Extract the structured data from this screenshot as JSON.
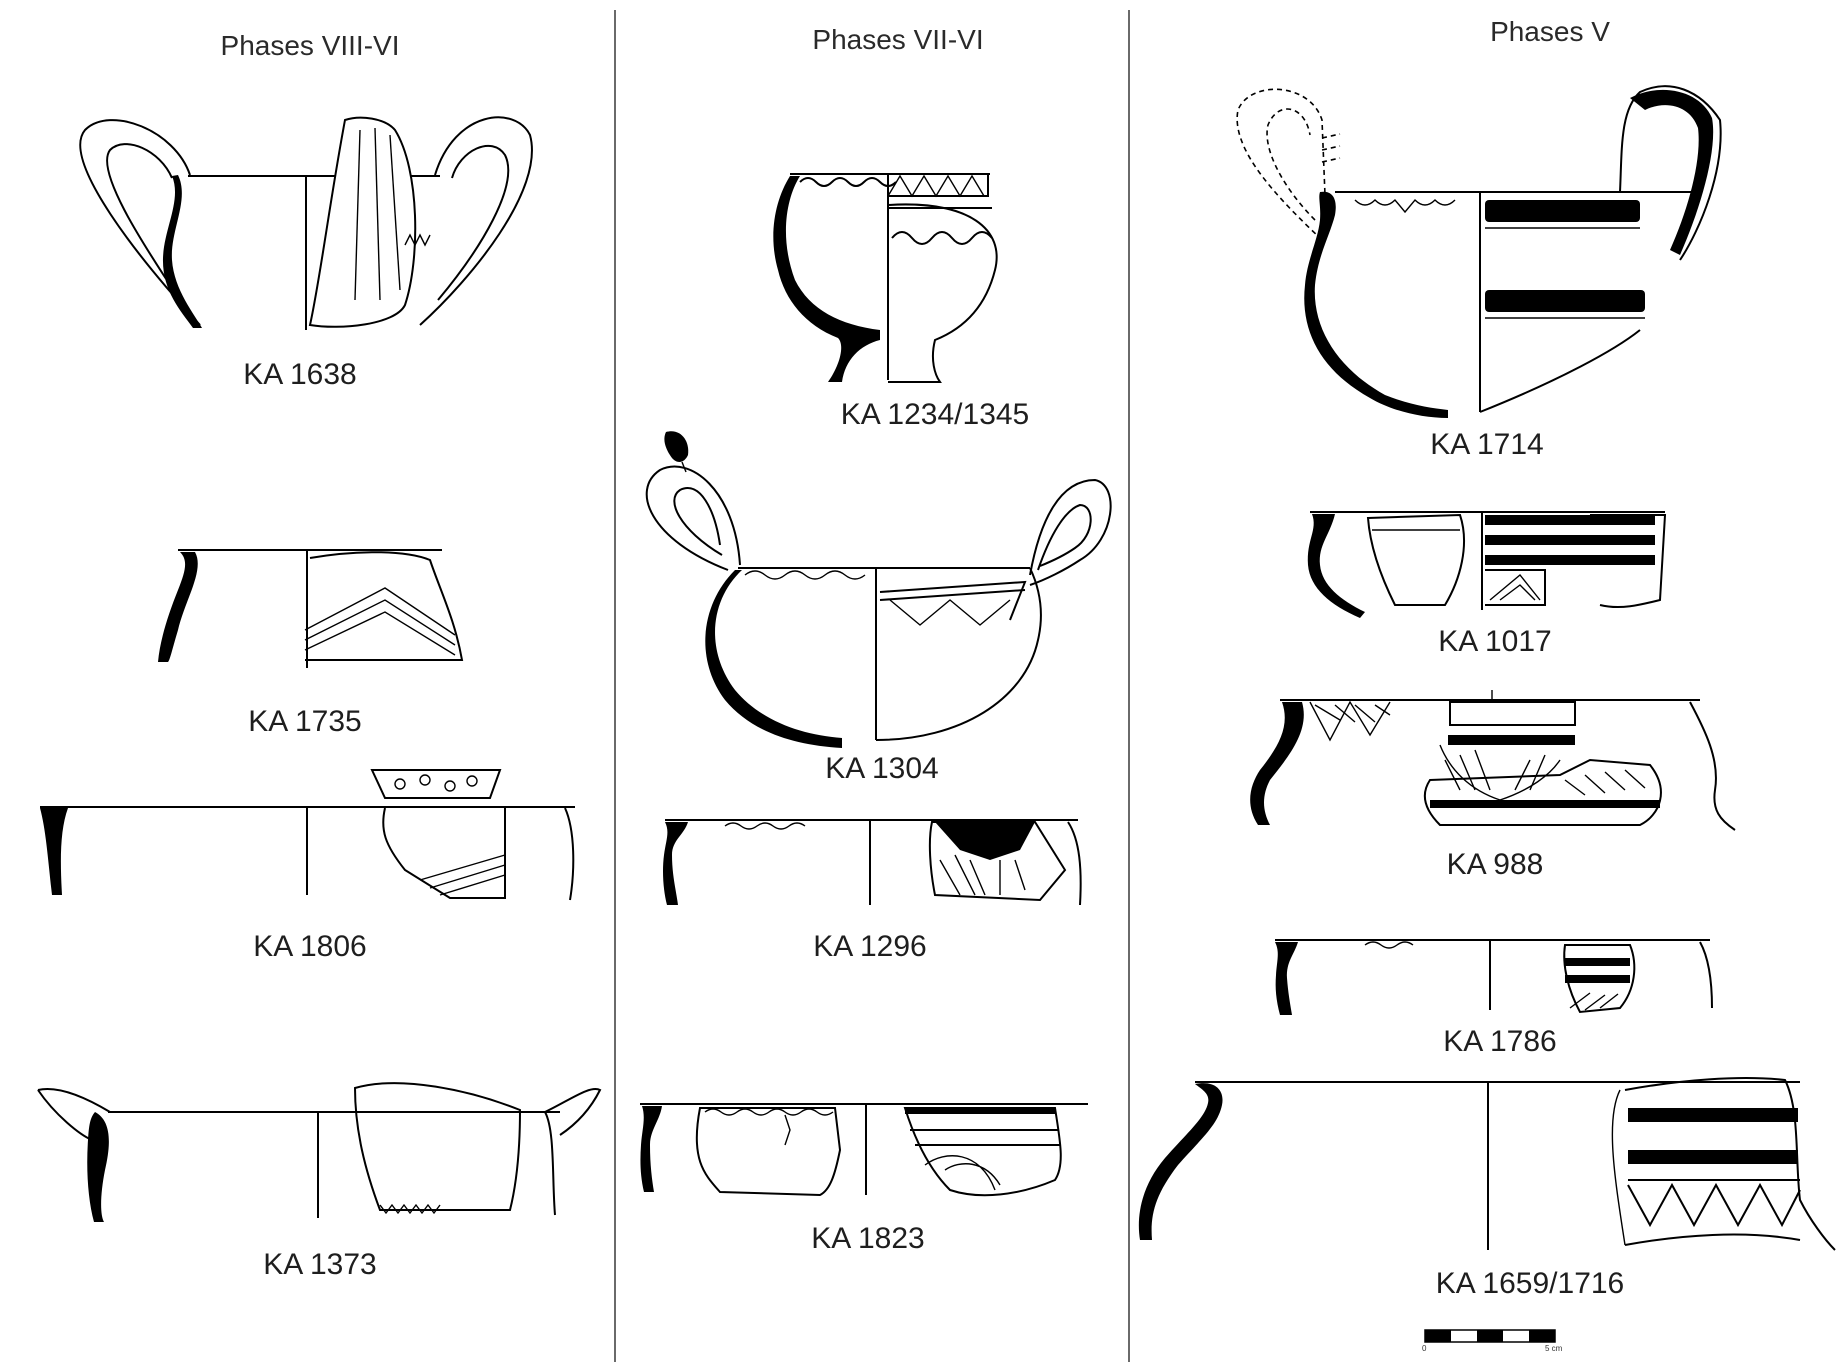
{
  "columns": [
    {
      "header": "Phases VIII-VI",
      "items": [
        "KA 1638",
        "KA 1735",
        "KA 1806",
        "KA 1373"
      ]
    },
    {
      "header": "Phases VII-VI",
      "items": [
        "KA 1234/1345",
        "KA 1304",
        "KA 1296",
        "KA 1823"
      ]
    },
    {
      "header": "Phases V",
      "items": [
        "KA 1714",
        "KA 1017",
        "KA 988",
        "KA 1786",
        "KA 1659/1716"
      ]
    }
  ],
  "scale_bar": {
    "start_label": "0",
    "end_label": "5 cm"
  }
}
